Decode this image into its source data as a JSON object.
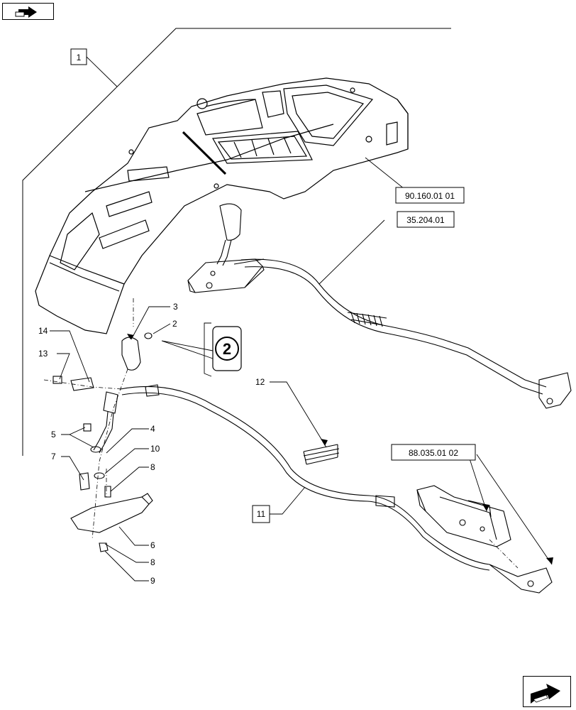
{
  "nav": {
    "prev_icon": "arrow-back-icon",
    "next_icon": "arrow-forward-icon"
  },
  "callouts": {
    "c1": "1",
    "c2": "2",
    "c3": "3",
    "c4": "4",
    "c5": "5",
    "c6": "6",
    "c7": "7",
    "c8a": "8",
    "c8b": "8",
    "c9": "9",
    "c10": "10",
    "c11": "11",
    "c12": "12",
    "c13": "13",
    "c14": "14"
  },
  "refs": {
    "r1": "90.160.01 01",
    "r2": "35.204.01",
    "r3": "88.035.01 02"
  },
  "detail_marker": "2"
}
